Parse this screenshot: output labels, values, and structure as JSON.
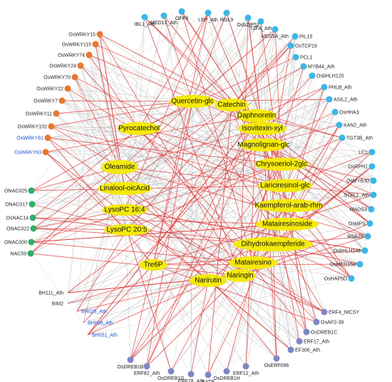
{
  "colors": {
    "edge_red": "#e03a3a",
    "edge_gray": "#b9b9b9",
    "metabolite": "#f4e90c",
    "tf_cyan": "#3cb6e6",
    "tf_orange": "#e8782f",
    "tf_green": "#2fae6a",
    "tf_purple": "#7e87c4",
    "label_blue": "#1a4fd6"
  },
  "metabolites": [
    {
      "id": "m1",
      "label": "Catechin"
    },
    {
      "id": "m2",
      "label": "Quercetin-glc"
    },
    {
      "id": "m3",
      "label": "Daphnoretin"
    },
    {
      "id": "m4",
      "label": "Pyrocatechol"
    },
    {
      "id": "m5",
      "label": "Isovitexin-xyl"
    },
    {
      "id": "m6",
      "label": "Magnolignan-glc"
    },
    {
      "id": "m7",
      "label": "Oleamide"
    },
    {
      "id": "m8",
      "label": "Chrysoeriol-2glc"
    },
    {
      "id": "m9",
      "label": "Linalool-oicAcid"
    },
    {
      "id": "m10",
      "label": "Lariciresinol-glc"
    },
    {
      "id": "m11",
      "label": "LysoPC 16:4"
    },
    {
      "id": "m12",
      "label": "Kaempferol-arab-rhm"
    },
    {
      "id": "m13",
      "label": "LysoPC 20:5"
    },
    {
      "id": "m14",
      "label": "Matairesinoside"
    },
    {
      "id": "m15",
      "label": "Dihydrokaempferide"
    },
    {
      "id": "m16",
      "label": "Tre6P"
    },
    {
      "id": "m17",
      "label": "Matairesino"
    },
    {
      "id": "m18",
      "label": "Narirutin"
    },
    {
      "id": "m19",
      "label": "Naringin"
    }
  ],
  "tfs": [
    {
      "id": "t1",
      "label": "OFP8",
      "group": "cyan"
    },
    {
      "id": "t2",
      "label": "LEP_Ath",
      "group": "cyan"
    },
    {
      "id": "t3",
      "label": "ROL9",
      "group": "cyan"
    },
    {
      "id": "t4",
      "label": "MED13_Ath",
      "group": "cyan"
    },
    {
      "id": "t5",
      "label": "IBL1_Ath",
      "group": "cyan"
    },
    {
      "id": "t6",
      "label": "OsbZIP52",
      "group": "cyan"
    },
    {
      "id": "t7",
      "label": "T2FA_Ath",
      "group": "cyan"
    },
    {
      "id": "t8",
      "label": "MD15A_Ath",
      "group": "cyan"
    },
    {
      "id": "t9",
      "label": "PIL15",
      "group": "cyan"
    },
    {
      "id": "t10",
      "label": "OsTCP19",
      "group": "cyan"
    },
    {
      "id": "t11",
      "label": "PCL1",
      "group": "cyan"
    },
    {
      "id": "t12",
      "label": "MYB44_Ath",
      "group": "cyan"
    },
    {
      "id": "t13",
      "label": "OsbHLH120",
      "group": "cyan"
    },
    {
      "id": "t14",
      "label": "PHLB_Ath",
      "group": "cyan"
    },
    {
      "id": "t15",
      "label": "ASIL2_Ath",
      "group": "cyan"
    },
    {
      "id": "t16",
      "label": "OsHHA3",
      "group": "cyan"
    },
    {
      "id": "t17",
      "label": "KAN2_Ath",
      "group": "cyan"
    },
    {
      "id": "t18",
      "label": "TGT3B_Ath",
      "group": "cyan"
    },
    {
      "id": "t19",
      "label": "LC1",
      "group": "cyan"
    },
    {
      "id": "t20",
      "label": "OsRPH1",
      "group": "cyan"
    },
    {
      "id": "t21",
      "label": "OsMYB30",
      "group": "cyan"
    },
    {
      "id": "t22",
      "label": "STKL1_Ath",
      "group": "cyan"
    },
    {
      "id": "t23",
      "label": "MADS3",
      "group": "cyan"
    },
    {
      "id": "t24",
      "label": "OsMPS",
      "group": "cyan"
    },
    {
      "id": "t25",
      "label": "RSBZ5",
      "group": "cyan"
    },
    {
      "id": "t26",
      "label": "OsbHLH148",
      "group": "cyan"
    },
    {
      "id": "t27",
      "label": "OsMED15a",
      "group": "cyan"
    },
    {
      "id": "t28",
      "label": "OsHAP5D",
      "group": "cyan"
    },
    {
      "id": "t29",
      "label": "OsWRKY15",
      "group": "orange"
    },
    {
      "id": "t30",
      "label": "OsWRKY115",
      "group": "orange"
    },
    {
      "id": "t31",
      "label": "OsWRKY74",
      "group": "orange"
    },
    {
      "id": "t32",
      "label": "OsWRKY24",
      "group": "orange"
    },
    {
      "id": "t33",
      "label": "OsWRKY70",
      "group": "orange"
    },
    {
      "id": "t34",
      "label": "OsWRKY22",
      "group": "orange"
    },
    {
      "id": "t35",
      "label": "OsWRKY7",
      "group": "orange"
    },
    {
      "id": "t36",
      "label": "OsWRKY11",
      "group": "orange"
    },
    {
      "id": "t37",
      "label": "OsWRKY102",
      "group": "orange"
    },
    {
      "id": "t38",
      "label": "OsWRKY61",
      "group": "orange",
      "blue": true
    },
    {
      "id": "t39",
      "label": "OsWRKY63",
      "group": "orange",
      "blue": true
    },
    {
      "id": "t40",
      "label": "ONAC025",
      "group": "green"
    },
    {
      "id": "t41",
      "label": "ONAC017",
      "group": "green"
    },
    {
      "id": "t42",
      "label": "OsNAC14",
      "group": "green"
    },
    {
      "id": "t43",
      "label": "ONAC022",
      "group": "green"
    },
    {
      "id": "t44",
      "label": "ONAC000",
      "group": "green"
    },
    {
      "id": "t45",
      "label": "NAC59",
      "group": "green"
    },
    {
      "id": "t46",
      "label": "BH111_Ath",
      "group": "none"
    },
    {
      "id": "t47",
      "label": "BIM2",
      "group": "none"
    },
    {
      "id": "t48",
      "label": "BH025_Ath",
      "group": "none",
      "blue": true
    },
    {
      "id": "t49",
      "label": "BH096_Ath",
      "group": "none",
      "blue": true
    },
    {
      "id": "t50",
      "label": "BH051_Ath",
      "group": "none",
      "blue": true
    },
    {
      "id": "t51",
      "label": "ERF4_NtCSY",
      "group": "purple"
    },
    {
      "id": "t52",
      "label": "OsAP2-39",
      "group": "purple"
    },
    {
      "id": "t53",
      "label": "OsDREB1C",
      "group": "purple"
    },
    {
      "id": "t54",
      "label": "ERF17_Ath",
      "group": "purple"
    },
    {
      "id": "t55",
      "label": "EF306_Ath",
      "group": "purple"
    },
    {
      "id": "t56",
      "label": "OsERF096",
      "group": "purple"
    },
    {
      "id": "t57",
      "label": "ERF12_Ath",
      "group": "purple"
    },
    {
      "id": "t58",
      "label": "OsDREB1H",
      "group": "purple"
    },
    {
      "id": "t59",
      "label": "EATB",
      "group": "purple"
    },
    {
      "id": "t60",
      "label": "ERF78_Ath",
      "group": "purple"
    },
    {
      "id": "t61",
      "label": "OsDREB1G",
      "group": "purple"
    },
    {
      "id": "t62",
      "label": "ERF82_Ath",
      "group": "purple"
    },
    {
      "id": "t63",
      "label": "OsDREB1B",
      "group": "purple"
    }
  ]
}
